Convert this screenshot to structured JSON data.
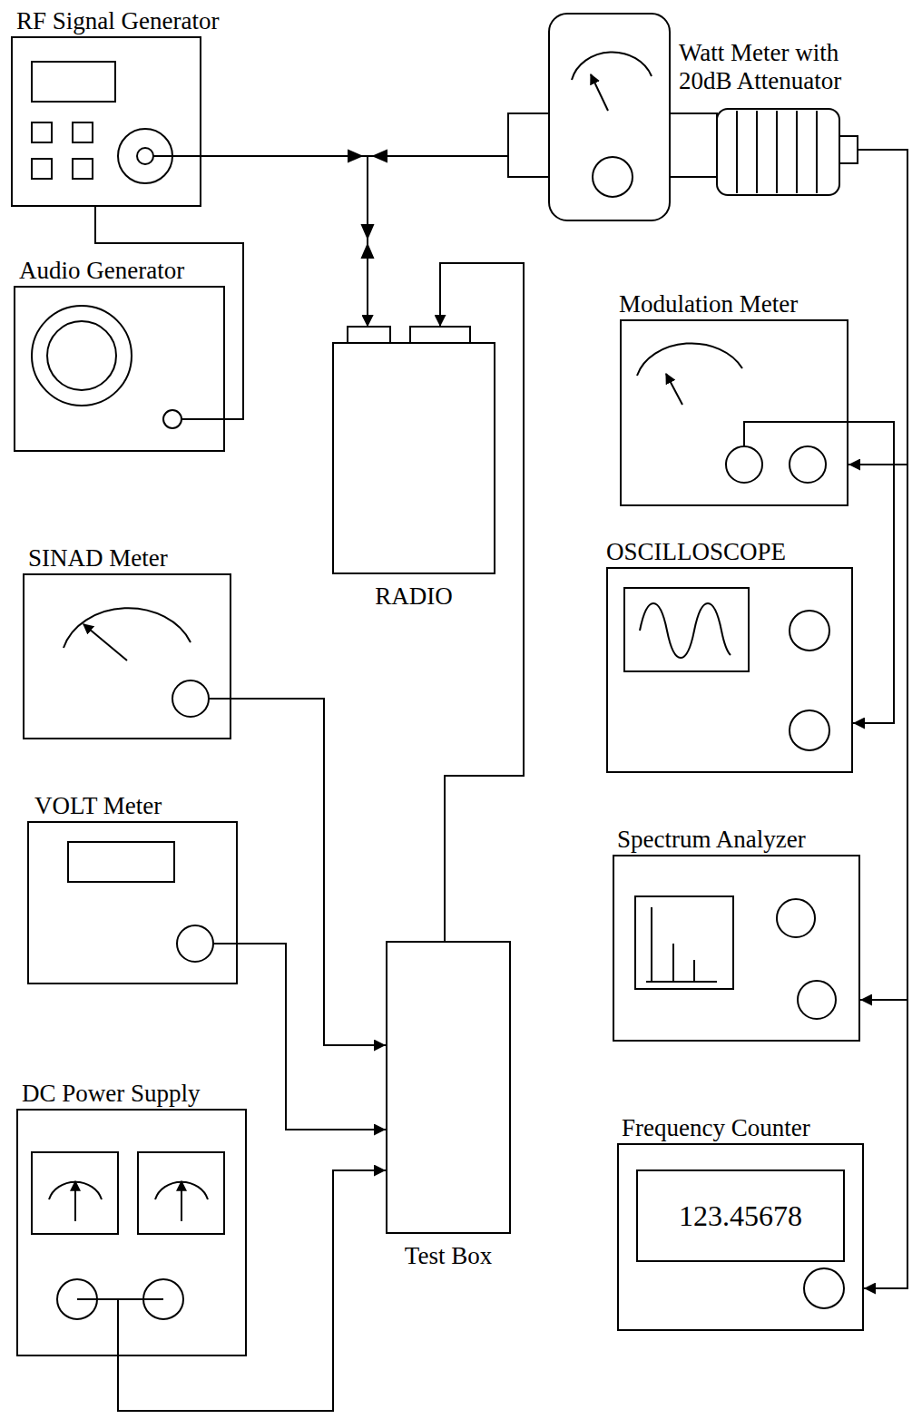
{
  "diagram": {
    "nodes": [
      {
        "text": [
          "RF Signal Generator"
        ]
      },
      {
        "text": [
          "Watt Meter with 20dB Attenuator"
        ]
      },
      {
        "text": [
          "Audio Generator"
        ]
      },
      {
        "text": [
          "Modulation Meter"
        ]
      },
      {
        "text": [
          "RADIO"
        ]
      },
      {
        "text": [
          "SINAD Meter"
        ]
      },
      {
        "text": [
          "OSCILLOSCOPE"
        ]
      },
      {
        "text": [
          "VOLT Meter"
        ]
      },
      {
        "text": [
          "Spectrum Analyzer"
        ]
      },
      {
        "text": [
          "Test Box"
        ]
      },
      {
        "text": [
          "DC Power Supply"
        ]
      },
      {
        "text": [
          "Frequency Counter",
          "123.45678"
        ]
      }
    ],
    "edges": [
      {
        "from": 0,
        "to": 4,
        "arrow": "to"
      },
      {
        "from": 1,
        "to": 4,
        "arrow": "to"
      },
      {
        "from": 2,
        "to": 0,
        "arrow": "none"
      },
      {
        "from": 1,
        "to": 3,
        "arrow": "to"
      },
      {
        "from": 3,
        "to": 6,
        "arrow": "to"
      },
      {
        "from": 9,
        "to": 4,
        "arrow": "to"
      },
      {
        "from": 5,
        "to": 9,
        "arrow": "to"
      },
      {
        "from": 7,
        "to": 9,
        "arrow": "to"
      },
      {
        "from": 1,
        "to": 8,
        "arrow": "to"
      },
      {
        "from": 10,
        "to": 9,
        "arrow": "to"
      },
      {
        "from": 1,
        "to": 11,
        "arrow": "to"
      }
    ]
  }
}
